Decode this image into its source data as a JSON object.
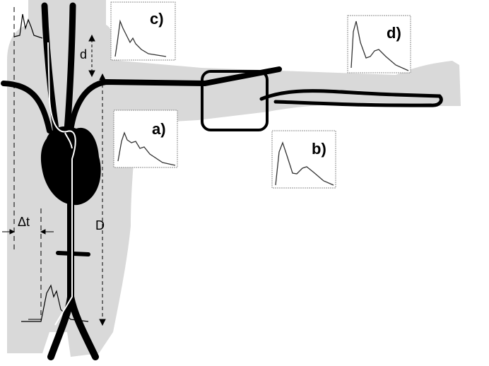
{
  "figure": {
    "panels": [
      {
        "id": "a",
        "label": "a)"
      },
      {
        "id": "b",
        "label": "b)"
      },
      {
        "id": "c",
        "label": "c)"
      },
      {
        "id": "d",
        "label": "d)"
      }
    ],
    "dimensions": {
      "small_distance": "d",
      "large_distance": "D",
      "time_delay": "Δt"
    },
    "colors": {
      "body": "#d9d9d9",
      "vessels": "#000000",
      "inset_border": "#8c8c8c",
      "pulse_line": "#333333"
    },
    "icons": [
      "heart-icon",
      "cuff-icon"
    ]
  }
}
